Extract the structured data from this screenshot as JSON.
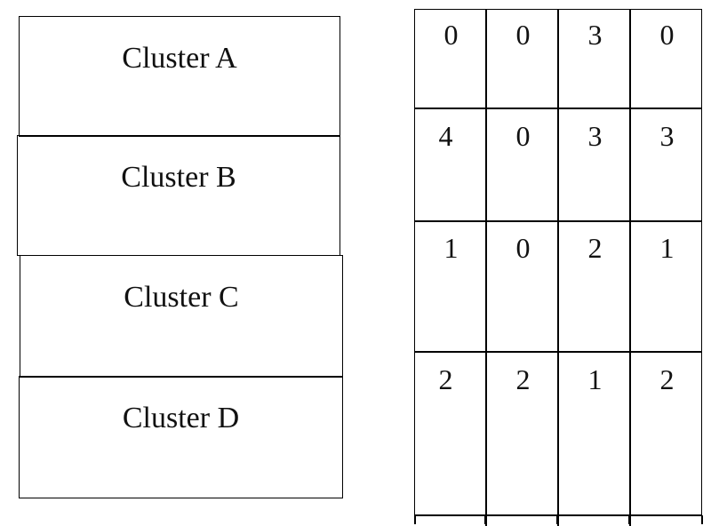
{
  "clusters": [
    {
      "label": "Cluster A"
    },
    {
      "label": "Cluster B"
    },
    {
      "label": "Cluster C"
    },
    {
      "label": "Cluster D"
    }
  ],
  "matrix": [
    [
      "0",
      "0",
      "3",
      "0"
    ],
    [
      "4",
      "0",
      "3",
      "3"
    ],
    [
      "1",
      "0",
      "2",
      "1"
    ],
    [
      "2",
      "2",
      "1",
      "2"
    ]
  ]
}
